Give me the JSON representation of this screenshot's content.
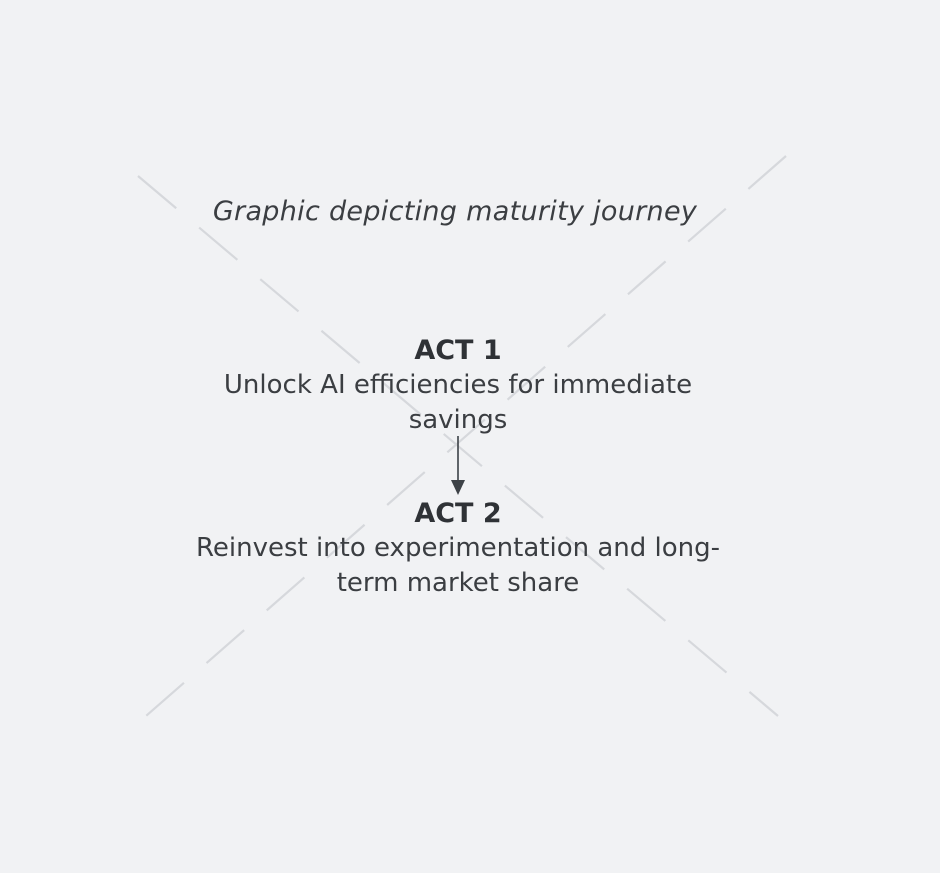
{
  "caption": "Graphic depicting maturity journey",
  "steps": [
    {
      "title": "ACT 1",
      "description": "Unlock AI efficiencies for immediate savings"
    },
    {
      "title": "ACT 2",
      "description": "Reinvest into experimentation and long-term market share"
    }
  ],
  "colors": {
    "background": "#f1f2f4",
    "text": "#3b3e42",
    "placeholder_lines": "#d6d8dc",
    "arrow": "#3d4247"
  }
}
